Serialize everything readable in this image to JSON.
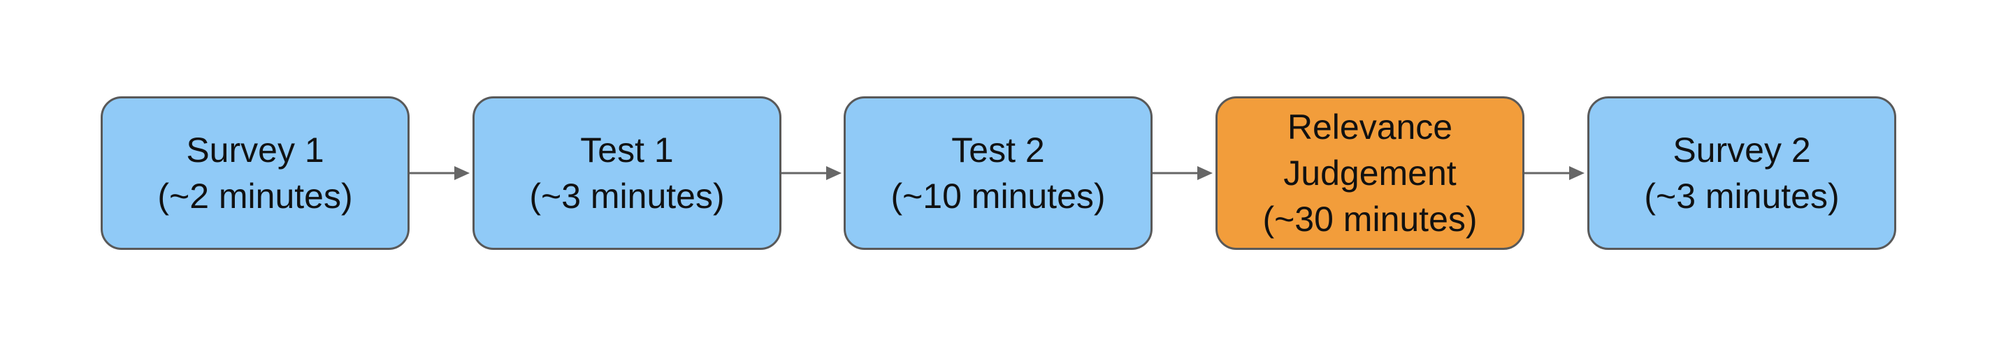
{
  "steps": [
    {
      "title": "Survey 1",
      "duration": "(~2 minutes)",
      "color": "#90caf7"
    },
    {
      "title": "Test 1",
      "duration": "(~3 minutes)",
      "color": "#90caf7"
    },
    {
      "title": "Test 2",
      "duration": "(~10 minutes)",
      "color": "#90caf7"
    },
    {
      "title_line1": "Relevance",
      "title_line2": "Judgement",
      "duration": "(~30 minutes)",
      "color": "#f29d3b"
    },
    {
      "title": "Survey 2",
      "duration": "(~3 minutes)",
      "color": "#90caf7"
    }
  ],
  "colors": {
    "connector": "#666666",
    "border": "#595959"
  }
}
